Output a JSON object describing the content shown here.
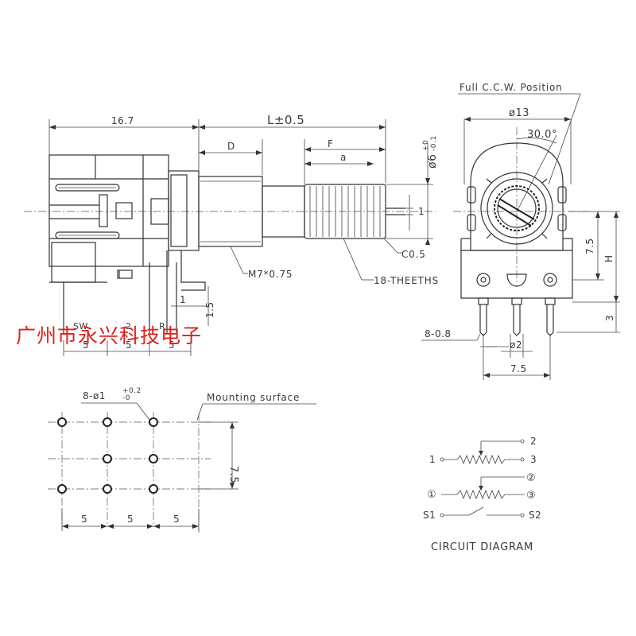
{
  "side_view": {
    "dim_width": "16.7",
    "dim_shaft_length": "L±0.5",
    "dim_d": "D",
    "dim_f": "F",
    "dim_a": "a",
    "dim_diameter": "ø6",
    "dim_diameter_tol_upper": "+0",
    "dim_diameter_tol_lower": "-0.1",
    "dim_flat": "1",
    "label_chamfer": "C0.5",
    "label_thread": "M7*0.75",
    "label_teeth": "18-THEETHS",
    "dim_terminal_pitch_1": "5",
    "dim_terminal_pitch_2": "5",
    "dim_terminal_pitch_3": "5",
    "dim_small_1": "1",
    "dim_small_15": "1.5",
    "terminal_label_sw": "SW",
    "terminal_label_2": "2",
    "terminal_label_r": "R"
  },
  "front_view": {
    "label_position": "Full C.C.W. Position",
    "dim_body_diameter": "ø13",
    "dim_angle": "30.0°",
    "dim_height_75": "7.5",
    "dim_height_h": "H",
    "dim_pin_length": "3",
    "dim_pin_width": "8-0.8",
    "dim_pin_hole": "ø2",
    "dim_pin_span": "7.5"
  },
  "pcb_layout": {
    "label_holes": "8-ø1",
    "label_holes_tol_upper": "+0.2",
    "label_holes_tol_lower": "-0",
    "label_mounting": "Mounting surface",
    "dim_vertical": "7.5",
    "dim_h1": "5",
    "dim_h2": "5",
    "dim_h3": "5"
  },
  "circuit": {
    "title": "CIRCUIT DIAGRAM",
    "pin_1": "1",
    "pin_2": "2",
    "pin_3": "3",
    "pin_1c": "①",
    "pin_2c": "②",
    "pin_3c": "③",
    "pin_s1": "S1",
    "pin_s2": "S2"
  },
  "watermark": {
    "text": "广州市永兴科技电子",
    "color": "#e0201c"
  }
}
